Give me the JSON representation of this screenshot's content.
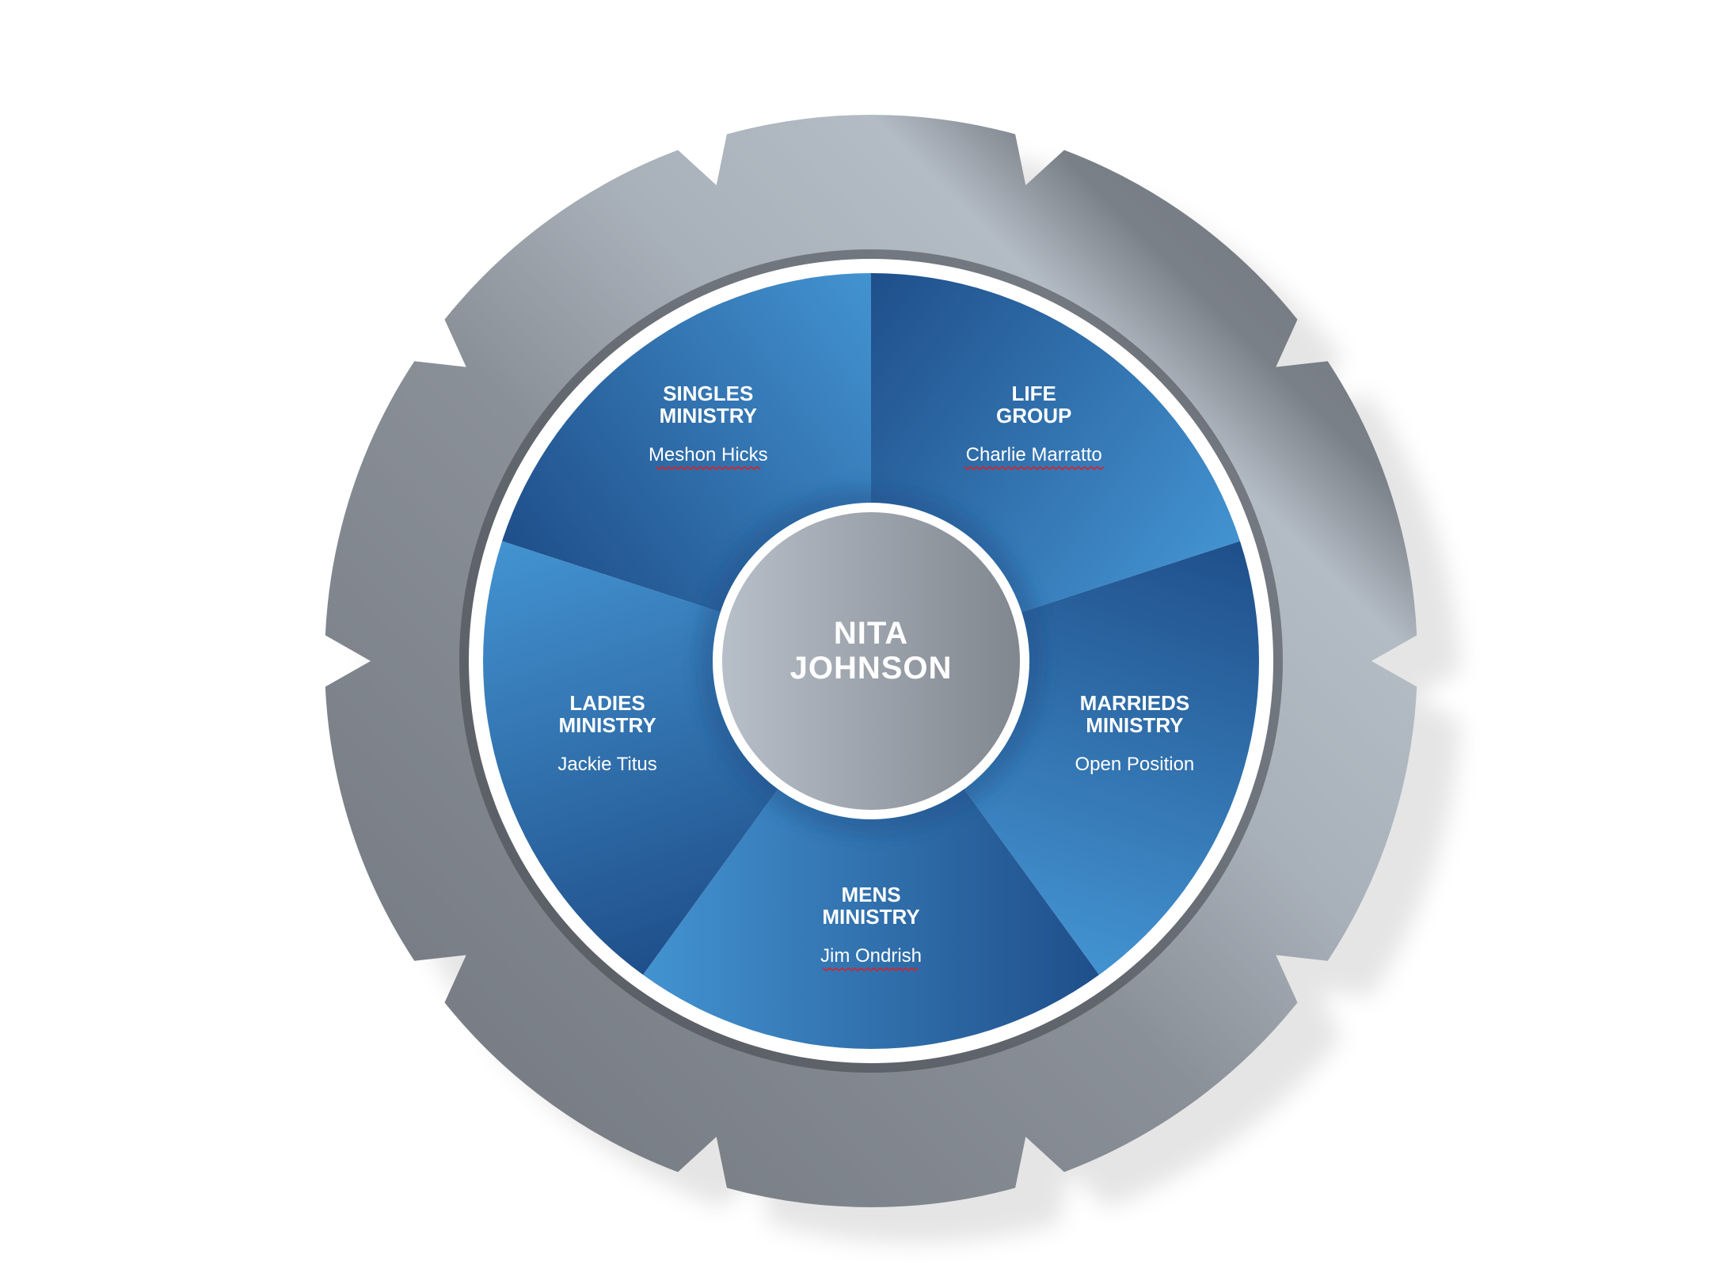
{
  "center": {
    "line1": "NITA",
    "line2": "JOHNSON"
  },
  "segments": [
    {
      "id": "singles",
      "title1": "SINGLES",
      "title2": "MINISTRY",
      "name": "Meshon Hicks",
      "spellcheck": true
    },
    {
      "id": "life-group",
      "title1": "LIFE",
      "title2": "GROUP",
      "name": "Charlie Marratto",
      "spellcheck": true
    },
    {
      "id": "marrieds",
      "title1": "MARRIEDS",
      "title2": "MINISTRY",
      "name": "Open Position",
      "spellcheck": false
    },
    {
      "id": "mens",
      "title1": "MENS",
      "title2": "MINISTRY",
      "name": "Jim Ondrish",
      "spellcheck": true
    },
    {
      "id": "ladies",
      "title1": "LADIES",
      "title2": "MINISTRY",
      "name": "Jackie Titus",
      "spellcheck": false
    }
  ],
  "colors": {
    "gear_dark": "#6b7078",
    "gear_light": "#b2bac3",
    "segment_dark": "#1f4f8a",
    "segment_light": "#4393d1",
    "ring_white": "#ffffff",
    "hub_light": "#b4bcc6",
    "hub_dark": "#858b93"
  }
}
